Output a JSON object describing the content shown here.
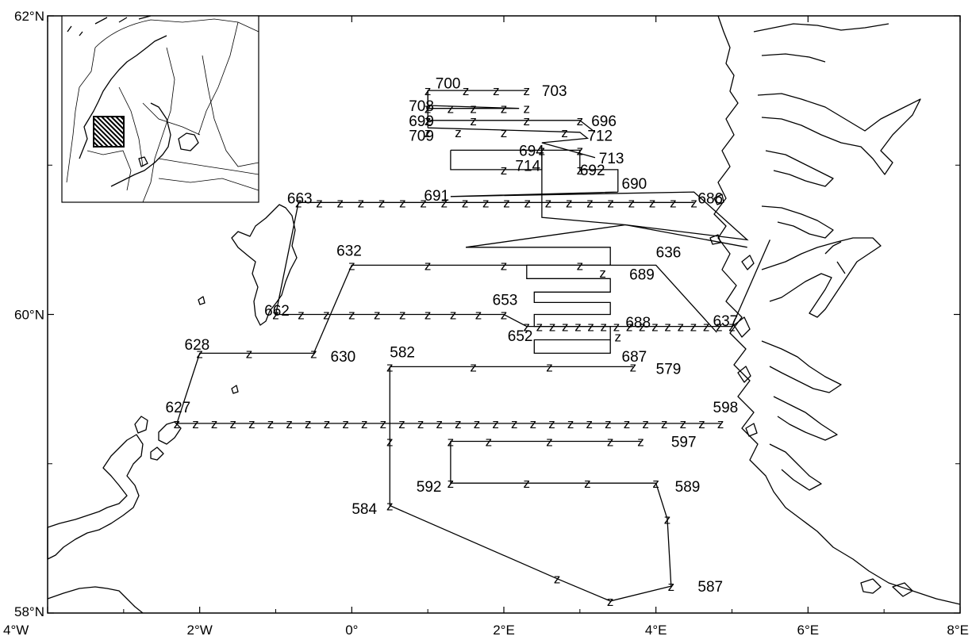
{
  "map": {
    "lon_labels": [
      "4°W",
      "2°W",
      "0°",
      "2°E",
      "4°E",
      "6°E",
      "8°E"
    ],
    "lat_labels": [
      "62°N",
      "60°N",
      "58°N"
    ],
    "stations": [
      {
        "label": "700",
        "lon": 1.1,
        "lat": 61.55
      },
      {
        "label": "703",
        "lon": 2.5,
        "lat": 61.5
      },
      {
        "label": "708",
        "lon": 0.75,
        "lat": 61.4
      },
      {
        "label": "699",
        "lon": 0.75,
        "lat": 61.3
      },
      {
        "label": "696",
        "lon": 3.15,
        "lat": 61.3
      },
      {
        "label": "709",
        "lon": 0.75,
        "lat": 61.2
      },
      {
        "label": "712",
        "lon": 3.1,
        "lat": 61.2
      },
      {
        "label": "694",
        "lon": 2.2,
        "lat": 61.1
      },
      {
        "label": "713",
        "lon": 3.25,
        "lat": 61.05
      },
      {
        "label": "714",
        "lon": 2.15,
        "lat": 61.0
      },
      {
        "label": "692",
        "lon": 3.0,
        "lat": 60.97
      },
      {
        "label": "690",
        "lon": 3.55,
        "lat": 60.88
      },
      {
        "label": "691",
        "lon": 0.95,
        "lat": 60.8
      },
      {
        "label": "663",
        "lon": -0.85,
        "lat": 60.78
      },
      {
        "label": "686",
        "lon": 4.55,
        "lat": 60.78
      },
      {
        "label": "632",
        "lon": -0.2,
        "lat": 60.43
      },
      {
        "label": "636",
        "lon": 4.0,
        "lat": 60.42
      },
      {
        "label": "689",
        "lon": 3.65,
        "lat": 60.27
      },
      {
        "label": "653",
        "lon": 1.85,
        "lat": 60.1
      },
      {
        "label": "662",
        "lon": -1.15,
        "lat": 60.03
      },
      {
        "label": "688",
        "lon": 3.6,
        "lat": 59.95
      },
      {
        "label": "637",
        "lon": 4.75,
        "lat": 59.96
      },
      {
        "label": "652",
        "lon": 2.05,
        "lat": 59.86
      },
      {
        "label": "628",
        "lon": -2.2,
        "lat": 59.8
      },
      {
        "label": "630",
        "lon": -0.28,
        "lat": 59.72
      },
      {
        "label": "582",
        "lon": 0.5,
        "lat": 59.75
      },
      {
        "label": "687",
        "lon": 3.55,
        "lat": 59.72
      },
      {
        "label": "579",
        "lon": 4.0,
        "lat": 59.64
      },
      {
        "label": "627",
        "lon": -2.45,
        "lat": 59.38
      },
      {
        "label": "598",
        "lon": 4.75,
        "lat": 59.38
      },
      {
        "label": "597",
        "lon": 4.2,
        "lat": 59.15
      },
      {
        "label": "592",
        "lon": 0.85,
        "lat": 58.85
      },
      {
        "label": "589",
        "lon": 4.25,
        "lat": 58.85
      },
      {
        "label": "584",
        "lon": 0.0,
        "lat": 58.7
      },
      {
        "label": "587",
        "lon": 4.55,
        "lat": 58.18
      }
    ],
    "inset": {
      "label": "inset-map"
    },
    "colors": {
      "ink": "#000000",
      "background": "#ffffff"
    }
  }
}
